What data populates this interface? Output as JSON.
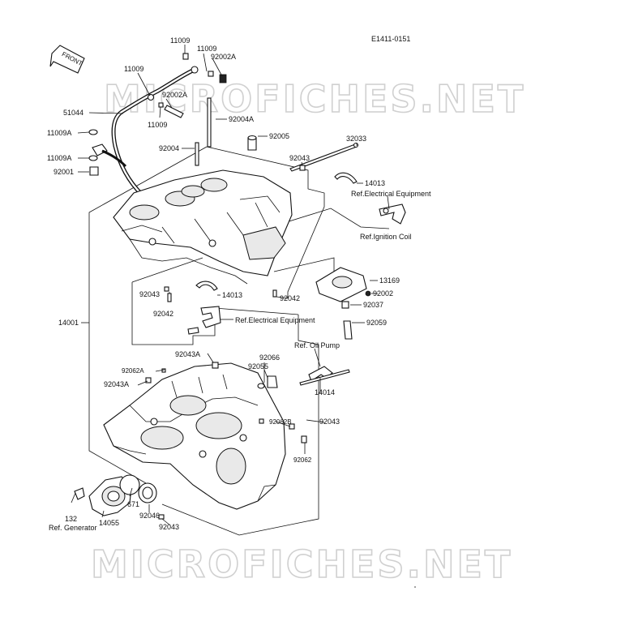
{
  "drawing_code": "E1411-0151",
  "front_label": "FRONT",
  "watermark": "MICROFICHES.NET",
  "parts": {
    "p11009_a": "11009",
    "p11009_b": "11009",
    "p11009_c": "11009",
    "p11009_d": "11009",
    "p92002A_a": "92002A",
    "p92002A_b": "92002A",
    "p51044": "51044",
    "p11009A_a": "11009A",
    "p11009A_b": "11009A",
    "p92001": "92001",
    "p92004A": "92004A",
    "p92005": "92005",
    "p92004": "92004",
    "p92043_top": "92043",
    "p32033": "32033",
    "p14013_top": "14013",
    "ref_elec_top": "Ref.Electrical Equipment",
    "ref_ignition": "Ref.Ignition Coil",
    "p13169": "13169",
    "p92002": "92002",
    "p92037": "92037",
    "p92059": "92059",
    "p92043_mid": "92043",
    "p14013_mid": "14013",
    "p92042_left": "92042",
    "p92042_right": "92042",
    "ref_elec_mid": "Ref.Electrical Equipment",
    "p14001": "14001",
    "ref_oil_pump": "Ref. Oil Pump",
    "p92043A_top": "92043A",
    "p92066": "92066",
    "p92055": "92055",
    "p92062A": "92062A",
    "p92043A_left": "92043A",
    "p14014": "14014",
    "p92062B": "92062B",
    "p92043_right": "92043",
    "p92062": "92062",
    "p132": "132",
    "p671": "671",
    "p92046": "92046",
    "p14055": "14055",
    "p92043_bottom": "92043",
    "ref_generator": "Ref. Generator"
  }
}
